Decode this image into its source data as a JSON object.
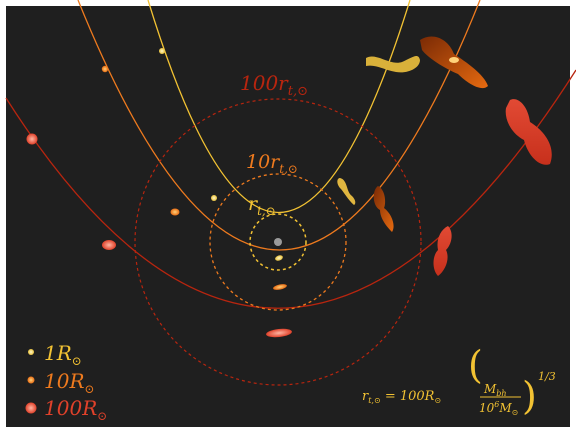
{
  "colors": {
    "background": "#1f1f1f",
    "border": "#ffffff",
    "yellow": "#f2c233",
    "orange": "#ee7a1e",
    "red": "#b8250f",
    "center": "#9a9a9a"
  },
  "circle_labels": {
    "inner": "r",
    "inner_sub": "t,⊙",
    "middle": "10r",
    "middle_sub": "t,⊙",
    "outer": "100r",
    "outer_sub": "t,⊙"
  },
  "legend": [
    {
      "prefix": "1",
      "main": "R",
      "sub": "⊙",
      "color_key": "yellow"
    },
    {
      "prefix": "10",
      "main": "R",
      "sub": "⊙",
      "color_key": "orange"
    },
    {
      "prefix": "100",
      "main": "R",
      "sub": "⊙",
      "color_key": "red"
    }
  ],
  "formula": {
    "lhs": "r",
    "lhs_sub": "t,⊙",
    "eq": " = 100R",
    "eq_sub": "⊙",
    "num": "M",
    "num_sub": "bh",
    "den": "10",
    "den_sup": "6",
    "den_main": "M",
    "den_sub": "⊙",
    "exponent": "1/3"
  }
}
